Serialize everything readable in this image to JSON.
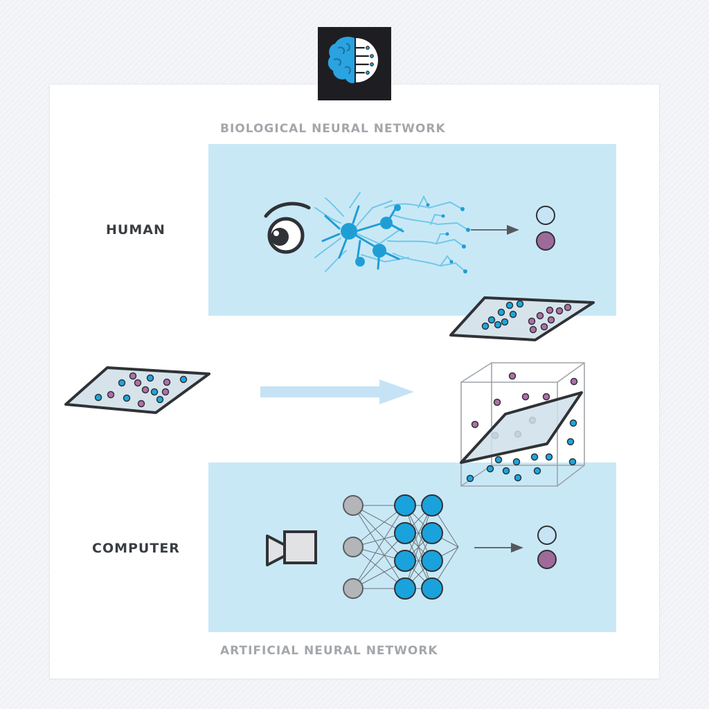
{
  "logo": {
    "icon": "brain-circuit-icon"
  },
  "sections": {
    "top_title": "BIOLOGICAL NEURAL NETWORK",
    "bottom_title": "ARTIFICIAL NEURAL NETWORK"
  },
  "rows": {
    "human_label": "HUMAN",
    "computer_label": "COMPUTER"
  },
  "icons": {
    "human_input": "eye-icon",
    "neurons": "neuron-cluster-icon",
    "computer_input": "video-camera-icon",
    "network": "neural-network-icon",
    "input_plane": "data-plane-icon",
    "transform": "arrow-right-icon",
    "feature_space": "3d-cube-icon"
  },
  "network_layers": [
    3,
    4,
    4
  ],
  "colors": {
    "band": "#c9e8f6",
    "class_a": "#1aa8e0",
    "class_b": "#b06fa8",
    "output_a": "#c6e4f6",
    "output_b": "#9e6a9a",
    "neuron": "#1aa2dc",
    "input_node": "#b3b5b8",
    "label": "#3a3d42",
    "section_title": "#a3a7ab"
  }
}
